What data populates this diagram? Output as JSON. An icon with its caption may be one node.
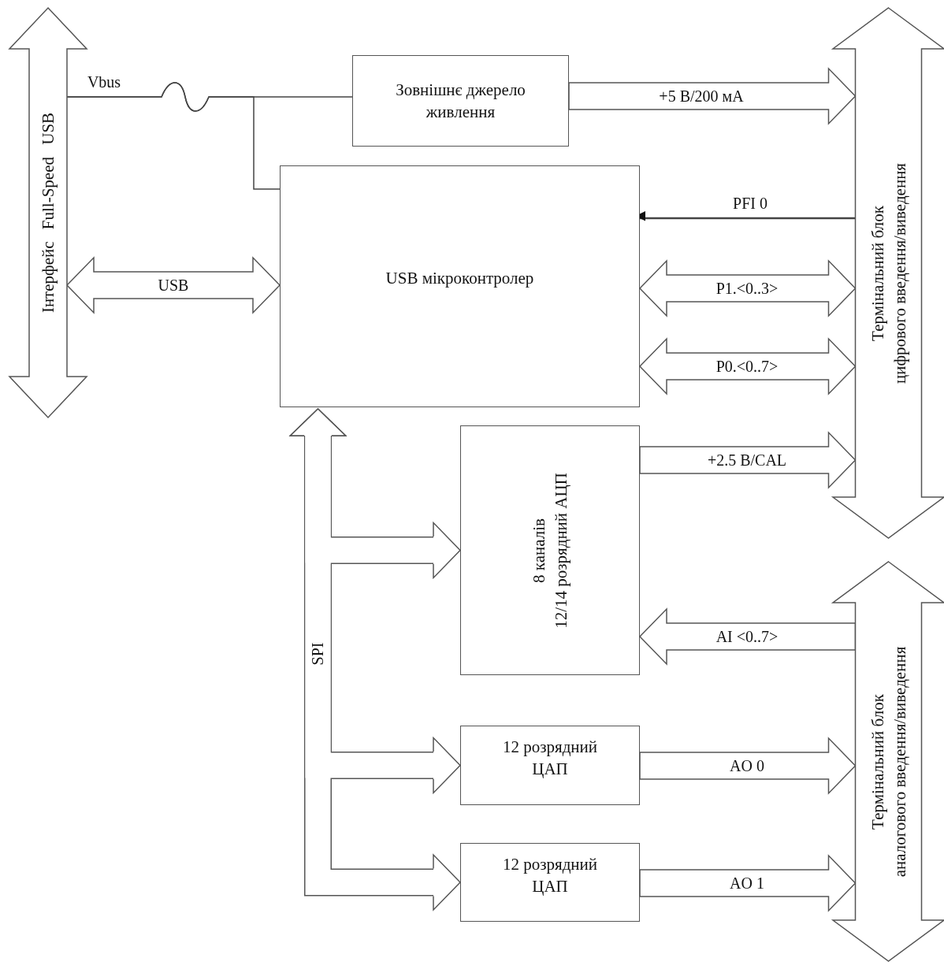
{
  "diagram": {
    "nodes": [
      {
        "text": [
          "Інтерфейс Full-Speed USB"
        ]
      },
      {
        "text": [
          "Зовнішнє джерело живлення"
        ]
      },
      {
        "text": [
          "USB мікроконтролер"
        ]
      },
      {
        "text": [
          "8 каналів",
          "12/14 розрядний АЦП"
        ]
      },
      {
        "text": [
          "12 розрядний ЦАП"
        ]
      },
      {
        "text": [
          "12 розрядний ЦАП"
        ]
      },
      {
        "text": [
          "Термінальний блок",
          "цифрового введення/виведення"
        ]
      },
      {
        "text": [
          "Термінальний блок",
          "аналогового введення/виведення"
        ]
      }
    ],
    "edges": [
      {
        "from": 0,
        "to": 1,
        "arrow": "none",
        "label": "Vbus"
      },
      {
        "from": 0,
        "to": 2,
        "arrow": "none"
      },
      {
        "from": 0,
        "to": 2,
        "arrow": "both",
        "label": "USB",
        "style": "thick"
      },
      {
        "from": 1,
        "to": 6,
        "arrow": "to",
        "label": "+5 В/200 мА",
        "style": "thick"
      },
      {
        "from": 6,
        "to": 2,
        "arrow": "to",
        "label": "PFI 0"
      },
      {
        "from": 2,
        "to": 6,
        "arrow": "both",
        "label": "P1.<0..3>",
        "style": "thick"
      },
      {
        "from": 2,
        "to": 6,
        "arrow": "both",
        "label": "P0.<0..7>",
        "style": "thick"
      },
      {
        "from": 3,
        "to": 6,
        "arrow": "to",
        "label": "+2.5 В/CAL",
        "style": "thick"
      },
      {
        "from": 7,
        "to": 3,
        "arrow": "to",
        "label": "AI <0..7>",
        "style": "thick"
      },
      {
        "from": 2,
        "to": 3,
        "arrow": "both",
        "style": "thick"
      },
      {
        "from": 2,
        "to": 4,
        "arrow": "both",
        "style": "thick"
      },
      {
        "from": 2,
        "to": 5,
        "arrow": "both",
        "label": "SPI",
        "style": "thick"
      },
      {
        "from": 4,
        "to": 7,
        "arrow": "to",
        "label": "AO 0",
        "style": "thick"
      },
      {
        "from": 5,
        "to": 7,
        "arrow": "to",
        "label": "AO 1",
        "style": "thick"
      }
    ]
  }
}
